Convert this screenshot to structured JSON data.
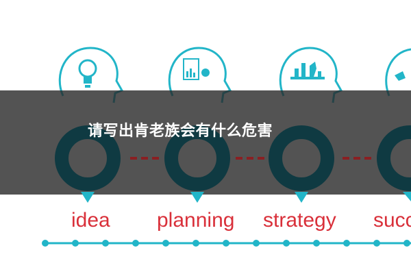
{
  "banner": {
    "title": "请写出肯老族会有什么危害"
  },
  "stages": [
    {
      "label": "idea",
      "icon": "lightbulb-icon"
    },
    {
      "label": "planning",
      "icon": "report-chart-icon"
    },
    {
      "label": "strategy",
      "icon": "chess-pieces-icon"
    },
    {
      "label": "succ",
      "icon": "success-icon"
    }
  ],
  "colors": {
    "teal": "#22b5c8",
    "dark_ring": "#0f3a42",
    "label_red": "#d9303a",
    "connector_red": "#8a1f22",
    "overlay": "#282828"
  }
}
